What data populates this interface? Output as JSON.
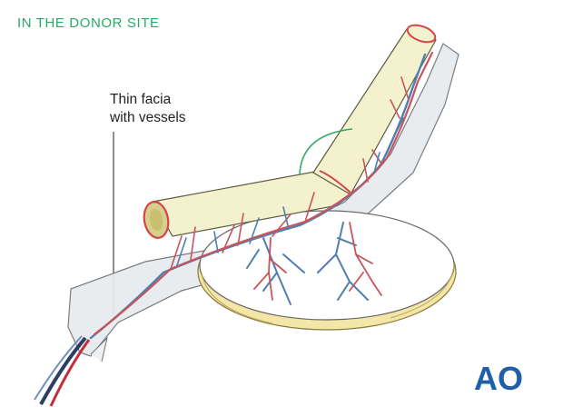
{
  "header": {
    "title": "IN THE DONOR SITE"
  },
  "callout": {
    "line1": "Thin facia",
    "line2": "with vessels"
  },
  "logo": {
    "text": "AO"
  },
  "colors": {
    "heading": "#2aa86a",
    "bone_fill": "#f4f1cf",
    "bone_cut": "#d64545",
    "artery": "#c8555c",
    "vein": "#4d7fb0",
    "fascia": "#e7ebee",
    "angle_arc": "#3aa86a",
    "logo": "#1f5fa8",
    "pad_rim": "#f0e2a0"
  }
}
